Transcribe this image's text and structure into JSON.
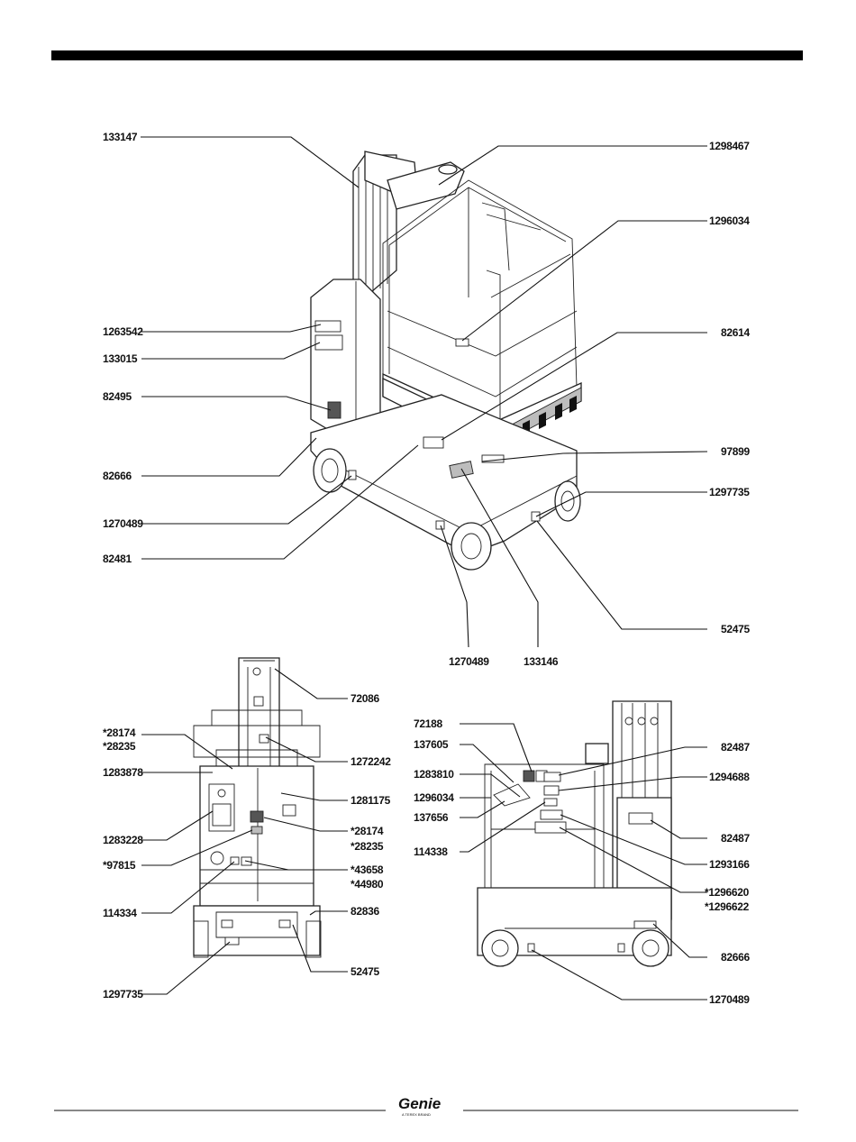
{
  "brand": {
    "logo_text": "Genie",
    "tagline": "A TEREX BRAND"
  },
  "top_view_labels": [
    "133147",
    "1298467",
    "1296034",
    "1263542",
    "133015",
    "82614",
    "82495",
    "97899",
    "82666",
    "1297735",
    "1270489",
    "82481",
    "52475",
    "1270489",
    "133146"
  ],
  "rear_view_labels": [
    "72086",
    "*28174",
    "*28235",
    "1272242",
    "1283878",
    "1281175",
    "1283228",
    "*28174",
    "*28235",
    "*97815",
    "*43658",
    "*44980",
    "114334",
    "82836",
    "52475",
    "1297735"
  ],
  "side_view_labels": [
    "72188",
    "137605",
    "82487",
    "1283810",
    "1294688",
    "1296034",
    "137656",
    "82487",
    "114338",
    "1293166",
    "*1296620",
    "*1296622",
    "82666",
    "1270489"
  ]
}
